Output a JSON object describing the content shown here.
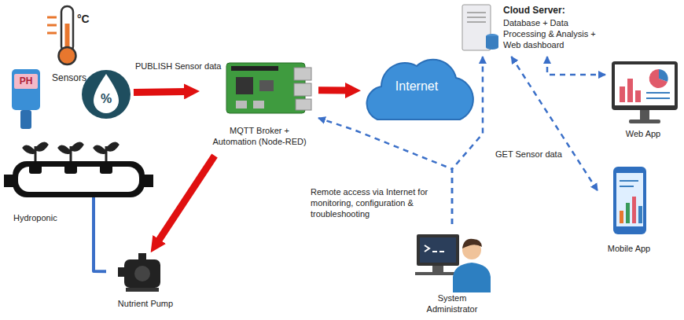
{
  "diagram": {
    "nodes": [
      {
        "text": [
          "Sensors"
        ]
      },
      {
        "text": [
          "MQTT Broker + Automation (Node-RED)"
        ]
      },
      {
        "text": [
          "Internet"
        ]
      },
      {
        "text": [
          "Cloud Server:",
          "Database + Data Processing & Analysis + Web dashboard"
        ]
      },
      {
        "text": [
          "Web App"
        ]
      },
      {
        "text": [
          "Mobile App"
        ]
      },
      {
        "text": [
          "System Administrator"
        ]
      },
      {
        "text": [
          "Hydroponic"
        ]
      },
      {
        "text": [
          "Nutrient Pump"
        ]
      }
    ],
    "edges": [
      {
        "from": 0,
        "to": 1,
        "arrow": "to",
        "label": "PUBLISH Sensor data"
      },
      {
        "from": 1,
        "to": 2,
        "arrow": "to"
      },
      {
        "from": 1,
        "to": 8,
        "arrow": "to"
      },
      {
        "from": 7,
        "to": 8,
        "arrow": "none"
      },
      {
        "from": 6,
        "to": 1,
        "arrow": "to"
      },
      {
        "from": 6,
        "to": 3,
        "arrow": "to"
      },
      {
        "from": 3,
        "to": 4,
        "arrow": "both"
      },
      {
        "from": 3,
        "to": 5,
        "arrow": "both",
        "label": "GET Sensor data"
      }
    ],
    "labels": [
      "°C",
      "PH",
      "%",
      "Remote access via Internet for monitoring, configuration & troubleshooting"
    ]
  }
}
